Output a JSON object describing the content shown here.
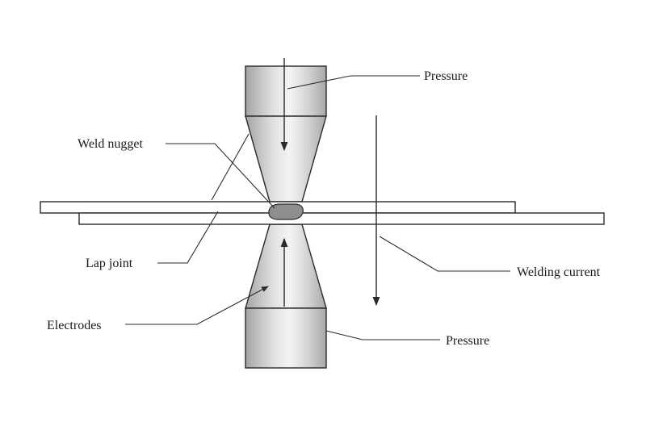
{
  "labels": {
    "pressure_top": "Pressure",
    "weld_nugget": "Weld nugget",
    "lap_joint": "Lap joint",
    "electrodes": "Electrodes",
    "welding_current": "Welding current",
    "pressure_bottom": "Pressure"
  },
  "colors": {
    "line": "#2a2a2a",
    "electrode_dark": "#9a9a9a",
    "electrode_light": "#f2f2f2",
    "nugget": "#8c8c8c",
    "background": "#ffffff"
  }
}
